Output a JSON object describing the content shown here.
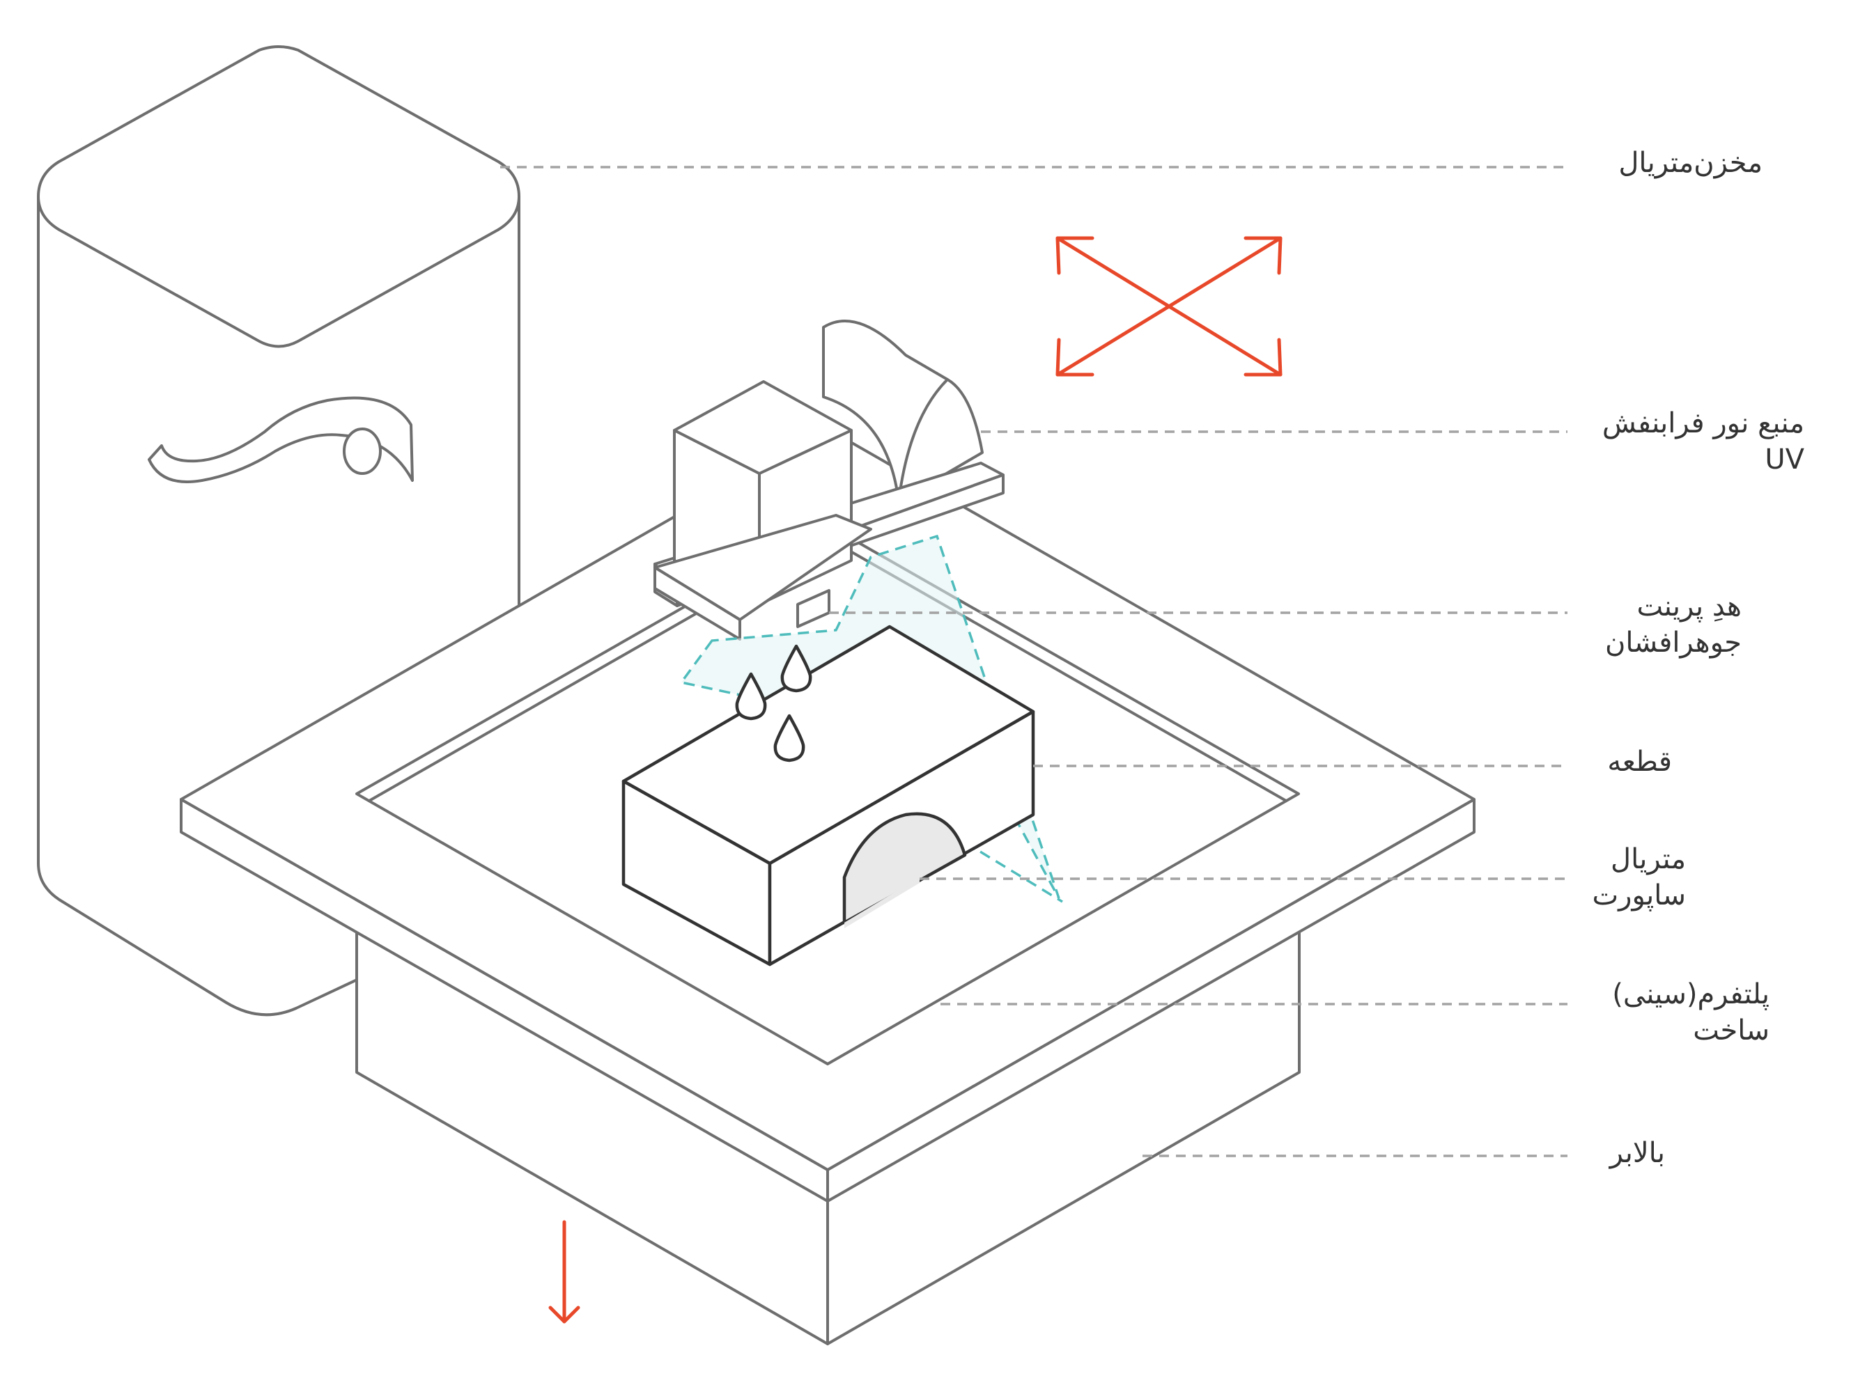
{
  "labels": {
    "reservoir": "مخزن‌متریال",
    "uv_source": [
      "منبع نور فرابنفش",
      "UV"
    ],
    "print_head": [
      "هدِ پرینت",
      "جوهرافشان"
    ],
    "part": "قطعه",
    "support": [
      "متریال",
      "ساپورت"
    ],
    "platform": [
      "پلتفرم(سینی)",
      "ساخت"
    ],
    "elevator": "بالابر"
  },
  "colors": {
    "line": "#6e6e6e",
    "part_outline": "#333333",
    "leader": "#a3a3a3",
    "uv_beam": "#4fbcbc",
    "motion_arrow": "#e8482a",
    "text": "#333333"
  }
}
